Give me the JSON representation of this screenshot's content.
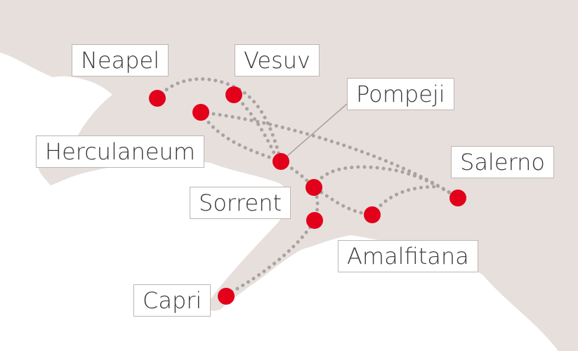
{
  "colors": {
    "land": "#e6dfdc",
    "sea": "#ffffff",
    "marker": "#e2001a",
    "route": "#a8a2a0",
    "label_border": "#bdb6b3",
    "label_text": "#3a3a3a"
  },
  "places": {
    "neapel": "Neapel",
    "vesuv": "Vesuv",
    "pompeji": "Pompeji",
    "herculaneum": "Herculaneum",
    "salerno": "Salerno",
    "sorrent": "Sorrent",
    "amalfitana": "Amalfitana",
    "capri": "Capri"
  }
}
